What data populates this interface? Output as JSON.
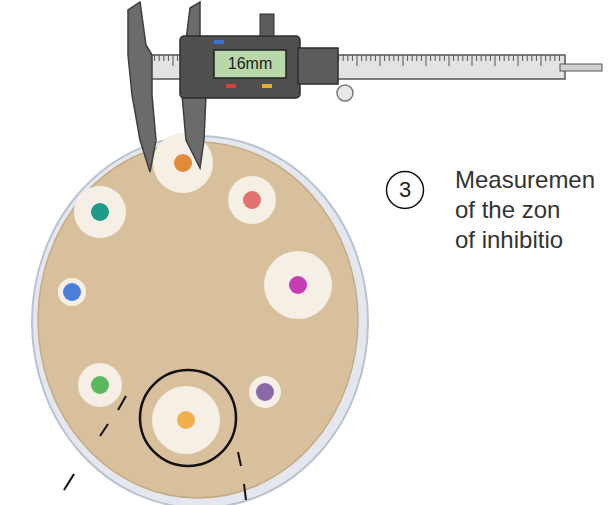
{
  "diagram": {
    "nodes": [
      {
        "text": [
          "3"
        ]
      }
    ],
    "labels": [
      "16mm",
      "Measuremen",
      "of the zon",
      "of inhibitio"
    ]
  }
}
